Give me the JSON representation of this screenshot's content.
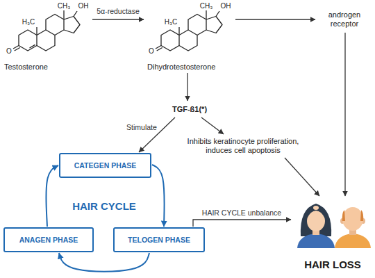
{
  "diagram": {
    "nodes": [
      {
        "text": [
          "Testosterone"
        ]
      },
      {
        "text": [
          "Dihydrotestosterone"
        ]
      },
      {
        "text": [
          "androgen receptor"
        ]
      },
      {
        "text": [
          "TGF-ß1(*)"
        ]
      },
      {
        "text": [
          "Inhibits keratinocyte proliferation, induces cell apoptosis"
        ]
      },
      {
        "text": [
          "CATEGEN PHASE"
        ]
      },
      {
        "text": [
          "TELOGEN PHASE"
        ]
      },
      {
        "text": [
          "ANAGEN PHASE"
        ]
      },
      {
        "text": [
          "HAIR LOSS"
        ]
      }
    ],
    "edges": [
      {
        "from": 0,
        "to": 1,
        "arrow": "to",
        "label": "5α-reductase"
      },
      {
        "from": 1,
        "to": 2,
        "arrow": "to"
      },
      {
        "from": 1,
        "to": 3,
        "arrow": "to"
      },
      {
        "from": 3,
        "to": 5,
        "arrow": "to",
        "label": "Stimulate"
      },
      {
        "from": 3,
        "to": 4,
        "arrow": "to"
      },
      {
        "from": 4,
        "to": 8,
        "arrow": "to"
      },
      {
        "from": 2,
        "to": 8,
        "arrow": "to"
      },
      {
        "from": 5,
        "to": 6,
        "arrow": "to"
      },
      {
        "from": 6,
        "to": 7,
        "arrow": "to"
      },
      {
        "from": 7,
        "to": 5,
        "arrow": "to"
      },
      {
        "from": 6,
        "to": 8,
        "arrow": "to",
        "label": "HAIR CYCLE unbalance"
      }
    ],
    "labels": [
      "CH₃",
      "OH",
      "H₃C",
      "O",
      "CH₃",
      "OH",
      "H₃C",
      "O",
      "HAIR CYCLE"
    ]
  }
}
